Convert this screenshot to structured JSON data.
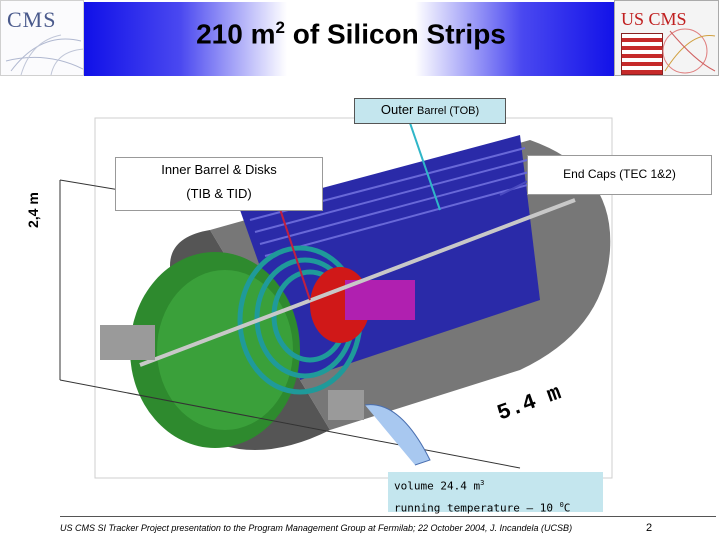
{
  "header": {
    "title_main": "210 m",
    "title_sup": "2",
    "title_rest": " of Silicon Strips",
    "left_logo_text": "CMS",
    "right_logo_text": "US CMS"
  },
  "callouts": {
    "outer_barrel_main": "Outer",
    "outer_barrel_small": "Barrel (TOB)",
    "inner_line1": "Inner Barrel & Disks",
    "inner_line2": "(TIB & TID)",
    "end_caps": "End Caps (TEC 1&2)"
  },
  "dimensions": {
    "vertical": "2,4 m",
    "length": "5.4 m"
  },
  "info": {
    "volume_text": "volume 24.4 m",
    "volume_sup": "3",
    "temp_text": "running temperature  – 10 ",
    "temp_sup": "0",
    "temp_unit": "C"
  },
  "footer": {
    "text": "US CMS SI Tracker Project presentation to the Program Management Group at Fermilab;  22 October 2004, J. Incandela (UCSB)",
    "page_number": "2"
  },
  "colors": {
    "title_band": "#1010e8",
    "callout_bg": "#c4e6ee",
    "outer_shell": "#7a7a7a",
    "inner_green": "#2e8a2e",
    "blue_layers": "#2a2aa8",
    "teal_layers": "#1f9a9a",
    "red_core": "#d01818",
    "magenta_core": "#b020b0"
  }
}
